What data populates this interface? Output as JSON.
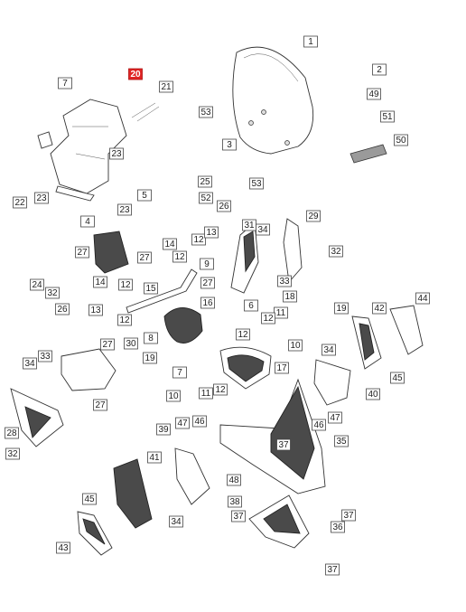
{
  "diagram": {
    "highlight_color": "#e02424",
    "highlighted_callout": "20",
    "callouts": [
      "1",
      "2",
      "3",
      "4",
      "5",
      "6",
      "7",
      "8",
      "9",
      "10",
      "11",
      "12",
      "13",
      "14",
      "15",
      "16",
      "17",
      "18",
      "19",
      "20",
      "21",
      "22",
      "23",
      "24",
      "25",
      "26",
      "27",
      "28",
      "29",
      "30",
      "31",
      "32",
      "33",
      "34",
      "35",
      "36",
      "37",
      "38",
      "39",
      "40",
      "41",
      "42",
      "43",
      "44",
      "45",
      "46",
      "47",
      "48",
      "49",
      "50",
      "51",
      "52",
      "53"
    ]
  }
}
